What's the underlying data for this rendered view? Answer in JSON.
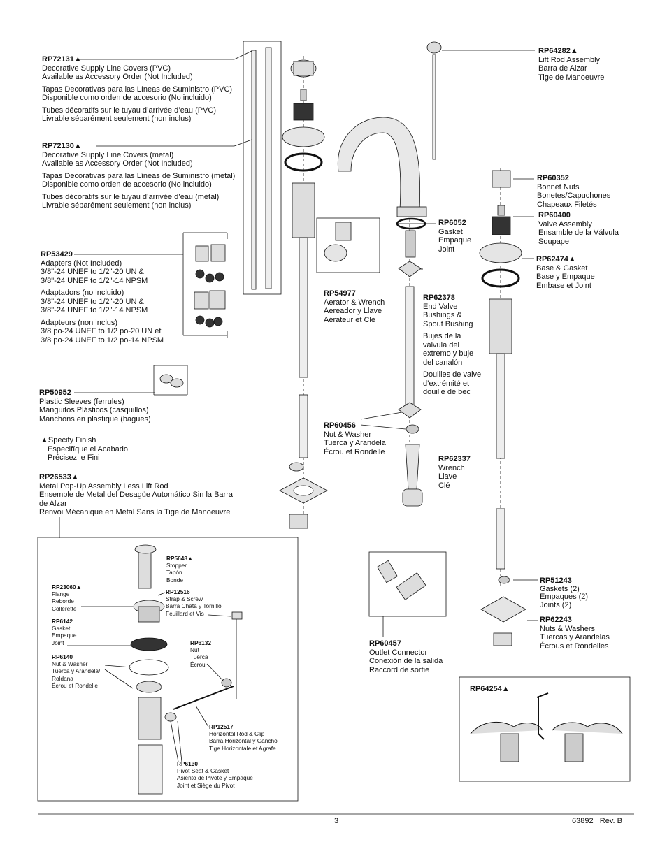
{
  "parts": {
    "rp72131": {
      "code": "RP72131▲",
      "en1": "Decorative Supply Line Covers (PVC)",
      "en2": "Available as Accessory Order (Not Included)",
      "es1": "Tapas Decorativas para las Líneas de Suministro (PVC)",
      "es2": "Disponible como orden de accesorio (No incluido)",
      "fr1": "Tubes décoratifs sur le tuyau d’arrivée d’eau (PVC)",
      "fr2": "Livrable séparément seulement (non inclus)"
    },
    "rp72130": {
      "code": "RP72130▲",
      "en1": "Decorative Supply Line Covers (metal)",
      "en2": "Available as Accessory Order (Not Included)",
      "es1": "Tapas Decorativas para las Líneas de Suministro (metal)",
      "es2": "Disponible como orden de accesorio (No incluido)",
      "fr1": "Tubes décoratifs sur le tuyau d’arrivée d’eau (métal)",
      "fr2": "Livrable séparément seulement (non inclus)"
    },
    "rp53429": {
      "code": "RP53429",
      "en1": "Adapters (Not Included)",
      "en2": "3/8\"-24 UNEF to 1/2\"-20 UN &",
      "en3": "3/8\"-24 UNEF to 1/2\"-14 NPSM",
      "es1": "Adaptadors (no incluido)",
      "es2": "3/8\"-24 UNEF to 1/2\"-20 UN &",
      "es3": "3/8\"-24 UNEF to 1/2\"-14 NPSM",
      "fr1": "Adapteurs (non inclus)",
      "fr2": "3/8 po-24 UNEF to 1/2 po-20 UN et",
      "fr3": "3/8 po-24 UNEF to 1/2 po-14 NPSM"
    },
    "rp50952": {
      "code": "RP50952",
      "l1": "Plastic Sleeves (ferrules)",
      "l2": "Manguitos Plásticos (casquillos)",
      "l3": "Manchons en plastique (bagues)"
    },
    "finish": {
      "l1": "▲Specify Finish",
      "l2": "Especifíque el Acabado",
      "l3": "Précisez le Fini"
    },
    "rp26533": {
      "code": "RP26533▲",
      "l1": "Metal Pop-Up Assembly Less Lift Rod",
      "l2": "Ensemble de Metal del Desagüe Automático Sin la Barra",
      "l3": "de Alzar",
      "l4": "Renvoi Mécanique en Métal Sans la Tige de Manoeuvre"
    },
    "rp54977": {
      "code": "RP54977",
      "l1": "Aerator & Wrench",
      "l2": "Aereador y Llave",
      "l3": "Aérateur et Clé"
    },
    "rp6052": {
      "code": "RP6052",
      "l1": "Gasket",
      "l2": "Empaque",
      "l3": "Joint"
    },
    "rp62378": {
      "code": "RP62378",
      "l1": "End Valve",
      "l2": "Bushings &",
      "l3": "Spout Bushing",
      "l4": "Bujes de la",
      "l5": "válvula del",
      "l6": "extremo y buje",
      "l7": "del canalón",
      "l8": "Douilles de valve",
      "l9": "d’extrémité et",
      "l10": "douille de bec"
    },
    "rp60456": {
      "code": "RP60456",
      "l1": "Nut & Washer",
      "l2": "Tuerca y Arandela",
      "l3": "Écrou et Rondelle"
    },
    "rp62337": {
      "code": "RP62337",
      "l1": "Wrench",
      "l2": "Llave",
      "l3": "Clé"
    },
    "rp64282": {
      "code": "RP64282▲",
      "l1": "Lift Rod Assembly",
      "l2": "Barra de Alzar",
      "l3": "Tige de Manoeuvre"
    },
    "rp60352": {
      "code": "RP60352",
      "l1": "Bonnet Nuts",
      "l2": "Bonetes/Capuchones",
      "l3": "Chapeaux Filetés"
    },
    "rp60400": {
      "code": "RP60400",
      "l1": "Valve Assembly",
      "l2": "Ensamble de la Válvula",
      "l3": "Soupape"
    },
    "rp62474": {
      "code": "RP62474▲",
      "l1": "Base & Gasket",
      "l2": "Base y Empaque",
      "l3": "Embase et Joint"
    },
    "rp51243": {
      "code": "RP51243",
      "l1": "Gaskets (2)",
      "l2": "Empaques (2)",
      "l3": "Joints (2)"
    },
    "rp62243": {
      "code": "RP62243",
      "l1": "Nuts & Washers",
      "l2": "Tuercas y Arandelas",
      "l3": "Écrous et Rondelles"
    },
    "rp60457": {
      "code": "RP60457",
      "l1": "Outlet Connector",
      "l2": "Conexión de la salida",
      "l3": "Raccord de sortie"
    },
    "rp64254": {
      "code": "RP64254▲"
    }
  },
  "popup": {
    "rp5648": {
      "code": "RP5648▲",
      "l1": "Stopper",
      "l2": "Tapón",
      "l3": "Bonde"
    },
    "rp23060": {
      "code": "RP23060▲",
      "l1": "Flange",
      "l2": "Reborde",
      "l3": "Collerette"
    },
    "rp12516": {
      "code": "RP12516",
      "l1": "Strap & Screw",
      "l2": "Barra Chata y Tornillo",
      "l3": "Feuillard et Vis"
    },
    "rp6142": {
      "code": "RP6142",
      "l1": "Gasket",
      "l2": "Empaque",
      "l3": "Joint"
    },
    "rp6132": {
      "code": "RP6132",
      "l1": "Nut",
      "l2": "Tuerca",
      "l3": "Écrou"
    },
    "rp6140": {
      "code": "RP6140",
      "l1": "Nut & Washer",
      "l2": "Tuerca y Arandela/",
      "l3": "Roldana",
      "l4": "Écrou et Rondelle"
    },
    "rp12517": {
      "code": "RP12517",
      "l1": "Horizontal Rod & Clip",
      "l2": "Barra Horizontal y Gancho",
      "l3": "Tige Horizontale et Agrafe"
    },
    "rp6130": {
      "code": "RP6130",
      "l1": "Pivot Seat & Gasket",
      "l2": "Asiento de Pivote y Empaque",
      "l3": "Joint et Siège du Pivot"
    }
  },
  "footer": {
    "page": "3",
    "doc": "63892   Rev. B"
  },
  "colors": {
    "line": "#111111",
    "part_fill": "#d9d9d9",
    "dark": "#333333"
  }
}
